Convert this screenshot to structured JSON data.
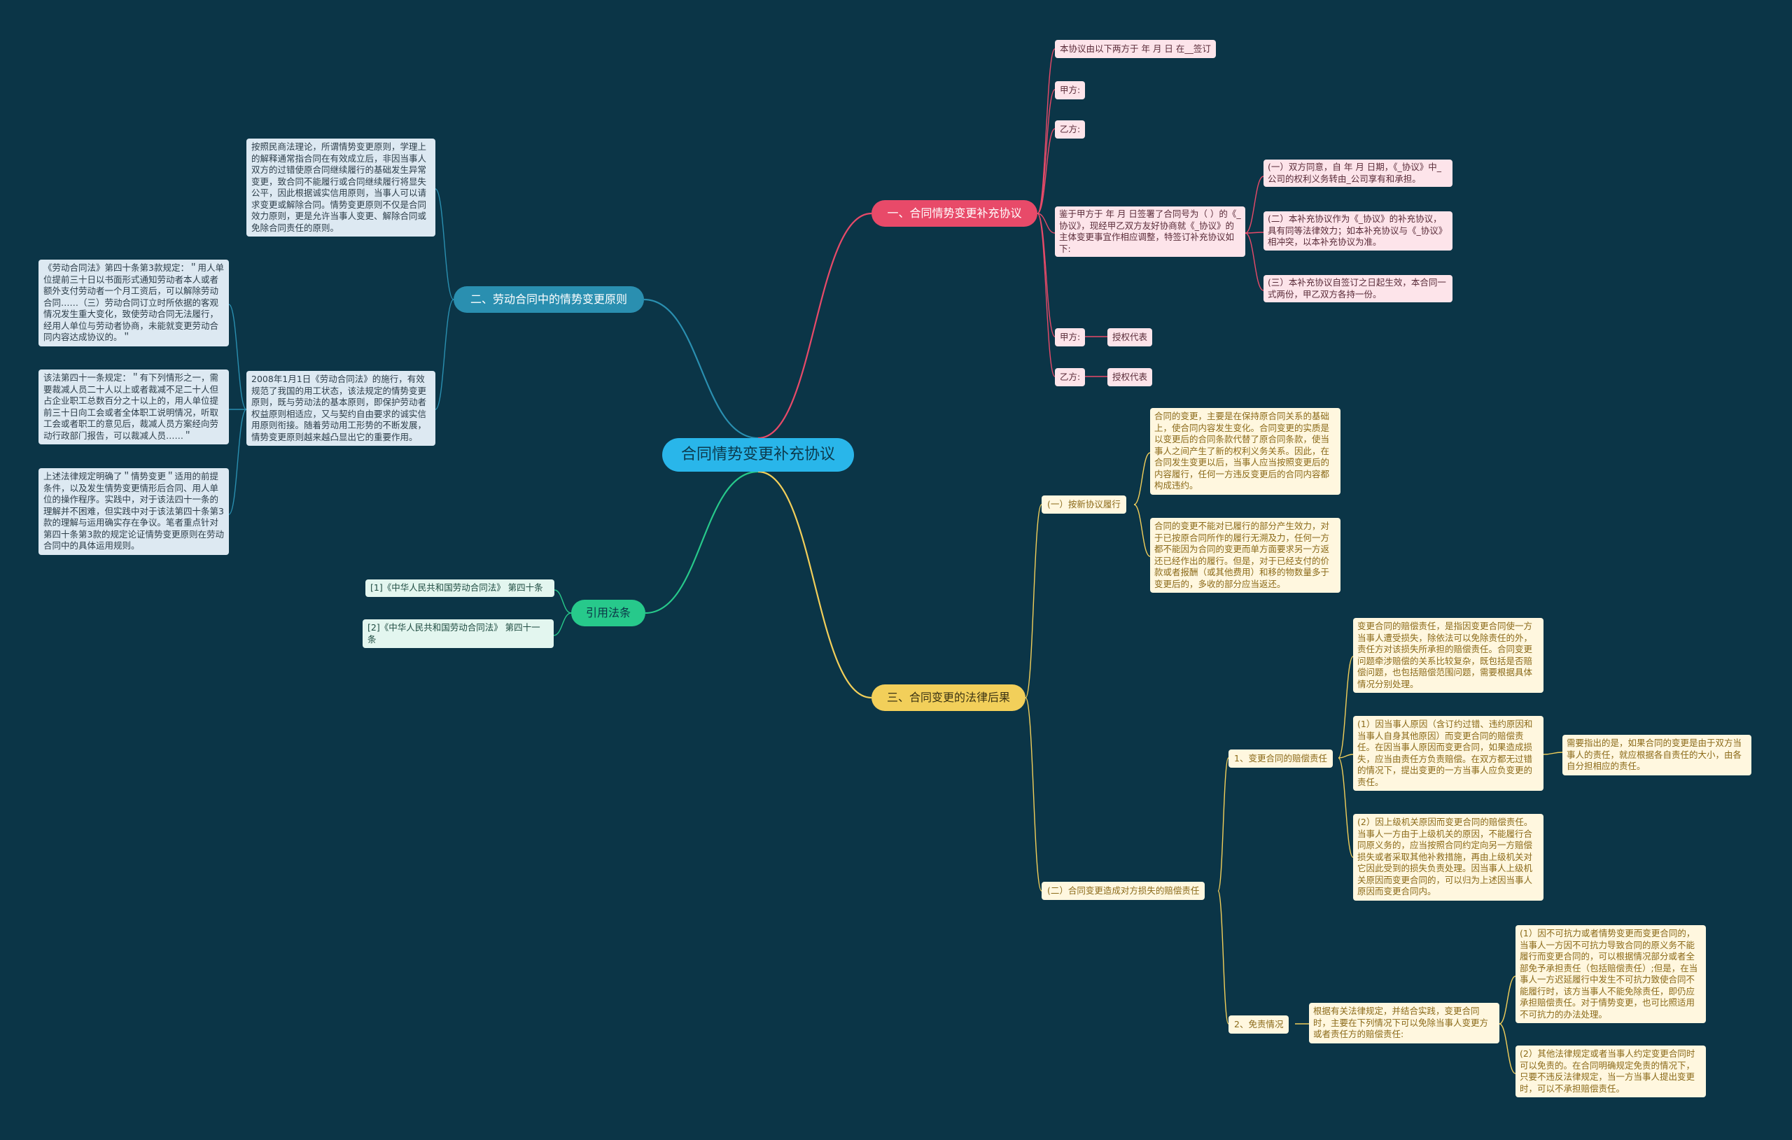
{
  "mindmap": {
    "root": "合同情势变更补充协议",
    "branch1": {
      "title": "一、合同情势变更补充协议",
      "items": [
        "本协议由以下两方于 年 月 日 在__签订",
        "甲方:",
        "乙方:",
        "鉴于甲方于 年 月 日签署了合同号为（ ）的《_协议》，现经甲乙双方友好协商就《_协议》的主体变更事宜作相应调整，特签订补充协议如下:",
        "甲方:",
        "乙方:"
      ],
      "clauses": [
        "(一）双方同意，自 年 月 日期，《_协议》中_公司的权利义务转由_公司享有和承担。",
        "(二）本补充协议作为《_协议》的补充协议，具有同等法律效力；如本补充协议与《_协议》相冲突，以本补充协议为准。",
        "(三）本补充协议自签订之日起生效，本合同一式两份，甲乙双方各持一份。"
      ],
      "sign_a": "授权代表",
      "sign_b": "授权代表"
    },
    "branch2": {
      "title": "二、劳动合同中的情势变更原则",
      "principle": "按照民商法理论，所谓情势变更原则，学理上的解释通常指合同在有效成立后，非因当事人双方的过错使原合同继续履行的基础发生异常变更，致合同不能履行或合同继续履行将显失公平，因此根据诚实信用原则，当事人可以请求变更或解除合同。情势变更原则不仅是合同效力原则，更是允许当事人变更、解除合同或免除合同责任的原则。",
      "history": "2008年1月1日《劳动合同法》的施行，有效规范了我国的用工状态，该法规定的情势变更原则，既与劳动法的基本原则，即保护劳动者权益原则相适应，又与契约自由要求的诚实信用原则衔接。随着劳动用工形势的不断发展，情势变更原则越来越凸显出它的重要作用。",
      "subs": [
        "《劳动合同法》第四十条第3款规定：＂用人单位提前三十日以书面形式通知劳动者本人或者额外支付劳动者一个月工资后，可以解除劳动合同……（三）劳动合同订立时所依据的客观情况发生重大变化，致使劳动合同无法履行，经用人单位与劳动者协商，未能就变更劳动合同内容达成协议的。＂",
        "该法第四十一条规定：＂有下列情形之一，需要裁减人员二十人以上或者裁减不足二十人但占企业职工总数百分之十以上的，用人单位提前三十日向工会或者全体职工说明情况，听取工会或者职工的意见后，裁减人员方案经向劳动行政部门报告，可以裁减人员……＂",
        "上述法律规定明确了＂情势变更＂适用的前提条件，以及发生情势变更情形后合同、用人单位的操作程序。实践中，对于该法四十一条的理解并不困难，但实践中对于该法第四十条第3款的理解与运用确实存在争议。笔者重点针对第四十条第3款的规定论证情势变更原则在劳动合同中的具体运用规则。"
      ]
    },
    "branch3": {
      "title": "三、合同变更的法律后果",
      "perform": {
        "label": "(一）按新协议履行",
        "texts": [
          "合同的变更，主要是在保持原合同关系的基础上，使合同内容发生变化。合同变更的实质是以变更后的合同条款代替了原合同条款，使当事人之间产生了新的权利义务关系。因此，在合同发生变更以后，当事人应当按照变更后的内容履行，任何一方违反变更后的合同内容都构成违约。",
          "合同的变更不能对已履行的部分产生效力，对于已按原合同所作的履行无溯及力，任何一方都不能因为合同的变更而单方面要求另一方返还已经作出的履行。但是，对于已经支付的价款或者报酬（或其他费用）和移的物数量多于变更后的，多收的部分应当返还。"
        ]
      },
      "damages": {
        "label": "(二）合同变更造成对方损失的赔偿责任",
        "liability": {
          "label": "1、变更合同的赔偿责任",
          "intro": "变更合同的赔偿责任，是指因变更合同使一方当事人遭受损失，除依法可以免除责任的外，责任方对该损失所承担的赔偿责任。合同变更问题牵涉赔偿的关系比较复杂，既包括是否赔偿问题，也包括赔偿范围问题，需要根据具体情况分别处理。",
          "item1": "(1）因当事人原因（含订约过错、违约原因和当事人自身其他原因）而变更合同的赔偿责任。在因当事人原因而变更合同，如果造成损失，应当由责任方负责赔偿。在双方都无过错的情况下，提出变更的一方当事人应负变更的责任。",
          "note": "需要指出的是，如果合同的变更是由于双方当事人的责任，就应根据各自责任的大小，由各自分担相应的责任。",
          "item2": "(2）因上级机关原因而变更合同的赔偿责任。当事人一方由于上级机关的原因，不能履行合同原义务的，应当按照合同约定向另一方赔偿损失或者采取其他补救措施，再由上级机关对它因此受到的损失负责处理。因当事人上级机关原因而变更合同的，可以归为上述因当事人原因而变更合同内。"
        },
        "exemption": {
          "label": "2、免责情况",
          "intro": "根据有关法律规定，并结合实践，变更合同时，主要在下列情况下可以免除当事人变更方或者责任方的赔偿责任:",
          "item1": "(1）因不可抗力或者情势变更而变更合同的，当事人一方因不可抗力导致合同的原义务不能履行而变更合同的，可以根据情况部分或者全部免予承担责任（包括赔偿责任）;但是，在当事人一方迟延履行中发生不可抗力致使合同不能履行时，该方当事人不能免除责任，即仍应承担赔偿责任。对于情势变更，也可比照适用不可抗力的办法处理。",
          "item2": "(2）其他法律规定或者当事人约定变更合同时可以免责的。在合同明确规定免责的情况下，只要不违反法律规定，当一方当事人提出变更时，可以不承担赔偿责任。"
        }
      }
    },
    "branch4": {
      "title": "引用法条",
      "items": [
        "[1]《中华人民共和国劳动合同法》 第四十条",
        "[2]《中华人民共和国劳动合同法》 第四十一条"
      ]
    },
    "colors": {
      "background": "#0b3547",
      "pink": "#e84a69",
      "blue": "#2a8fb0",
      "yellow": "#f2cf5a",
      "green": "#27c98b",
      "root": "#29b6ea"
    }
  }
}
